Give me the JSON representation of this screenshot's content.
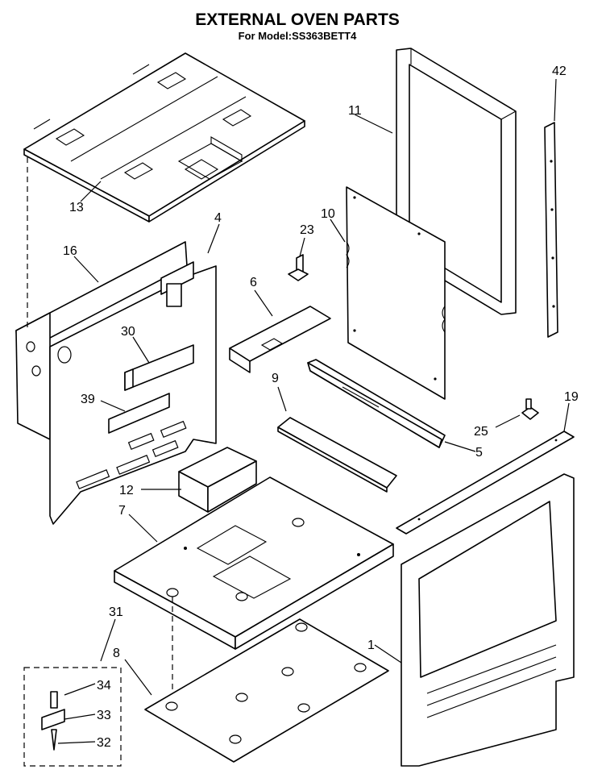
{
  "header": {
    "title": "EXTERNAL OVEN PARTS",
    "subtitle": "For Model:SS363BETT4"
  },
  "callouts": [
    {
      "id": "c1",
      "text": "1"
    },
    {
      "id": "c4",
      "text": "4"
    },
    {
      "id": "c5",
      "text": "5"
    },
    {
      "id": "c6",
      "text": "6"
    },
    {
      "id": "c7",
      "text": "7"
    },
    {
      "id": "c8",
      "text": "8"
    },
    {
      "id": "c9",
      "text": "9"
    },
    {
      "id": "c10",
      "text": "10"
    },
    {
      "id": "c11",
      "text": "11"
    },
    {
      "id": "c12",
      "text": "12"
    },
    {
      "id": "c13",
      "text": "13"
    },
    {
      "id": "c16",
      "text": "16"
    },
    {
      "id": "c19",
      "text": "19"
    },
    {
      "id": "c23",
      "text": "23"
    },
    {
      "id": "c25",
      "text": "25"
    },
    {
      "id": "c30",
      "text": "30"
    },
    {
      "id": "c31",
      "text": "31"
    },
    {
      "id": "c32",
      "text": "32"
    },
    {
      "id": "c33",
      "text": "33"
    },
    {
      "id": "c34",
      "text": "34"
    },
    {
      "id": "c39",
      "text": "39"
    },
    {
      "id": "c42",
      "text": "42"
    }
  ]
}
